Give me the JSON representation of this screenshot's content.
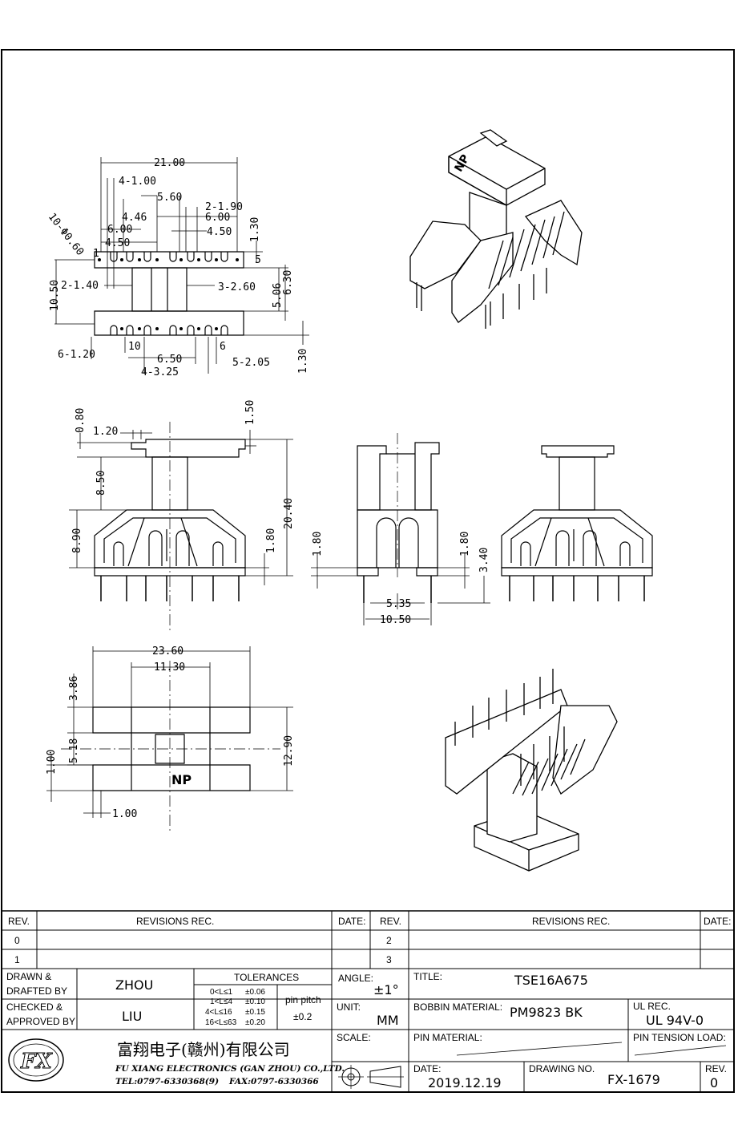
{
  "dimensions": {
    "top_view": {
      "d_21_00": "21.00",
      "d_4_1_00": "4-1.00",
      "d_5_60": "5.60",
      "d_2_1_90": "2-1.90",
      "d_4_46": "4.46",
      "d_6_00_r": "6.00",
      "d_6_00_l": "6.00",
      "d_4_50_r": "4.50",
      "d_4_50_l": "4.50",
      "d_1_30": "1.30",
      "d_10_060": "10-Φ0.60",
      "d_1": "1",
      "d_5": "5",
      "d_10_50": "10.50",
      "d_2_1_40": "2-1.40",
      "d_3_2_60": "3-2.60",
      "d_5_06": "5.06",
      "d_6_30": "6.30",
      "d_6_1_20": "6-1.20",
      "d_10": "10",
      "d_6": "6",
      "d_6_50": "6.50",
      "d_4_3_25": "4-3.25",
      "d_5_2_05": "5-2.05",
      "d_1_30_b": "1.30"
    },
    "front_view": {
      "d_0_80": "0.80",
      "d_1_20": "1.20",
      "d_1_50": "1.50",
      "d_8_50": "8.50",
      "d_20_40": "20.40",
      "d_8_90": "8.90",
      "d_1_80": "1.80"
    },
    "side_view": {
      "d_1_80_l": "1.80",
      "d_1_80_r": "1.80",
      "d_3_40": "3.40",
      "d_5_35": "5.35",
      "d_10_50": "10.50"
    },
    "bottom_view": {
      "d_23_60": "23.60",
      "d_11_30": "11.30",
      "d_3_86": "3.86",
      "d_5_18": "5.18",
      "d_1_00_l": "1.00",
      "d_12_90": "12.90",
      "d_1_00_b": "1.00",
      "np_mark": "NP"
    },
    "iso_top": {
      "np_mark": "NP"
    }
  },
  "title_block": {
    "rev_header": "REV.",
    "revisions_header": "REVISIONS   REC.",
    "date_header": "DATE:",
    "rev_header_2": "REV.",
    "revisions_header_2": "REVISIONS   REC.",
    "date_header_2": "DATE:",
    "rev_0": "0",
    "rev_1": "1",
    "rev_2": "2",
    "rev_3": "3",
    "drawn_label_1": "DRAWN  &",
    "drawn_label_2": "DRAFTED BY",
    "drawn_value": "ZHOU",
    "checked_label_1": "CHECKED  &",
    "checked_label_2": "APPROVED BY",
    "checked_value": "LIU",
    "tolerances_label": "TOLERANCES",
    "tol_rows": [
      {
        "range": "0<L≤1",
        "value": "±0.06"
      },
      {
        "range": "1<L≤4",
        "value": "±0.10"
      },
      {
        "range": "4<L≤16",
        "value": "±0.15"
      },
      {
        "range": "16<L≤63",
        "value": "±0.20"
      }
    ],
    "pin_pitch_label": "pin pitch",
    "pin_pitch_value": "±0.2",
    "angle_label": "ANGLE:",
    "angle_value": "±1°",
    "unit_label": "UNIT:",
    "unit_value": "MM",
    "scale_label": "SCALE:",
    "title_label": "TITLE:",
    "title_value": "TSE16A675",
    "bobbin_label": "BOBBIN MATERIAL:",
    "bobbin_value": "PM9823  BK",
    "ul_label": "UL REC.",
    "ul_value": "UL 94V-0",
    "pin_material_label": "PIN MATERIAL:",
    "pin_tension_label": "PIN TENSION LOAD:",
    "date_label": "DATE:",
    "date_value": "2019.12.19",
    "drawing_no_label": "DRAWING NO.",
    "drawing_no_value": "FX-1679",
    "rev_label": "REV.",
    "rev_value": "0",
    "company_cn": "富翔电子(赣州)有限公司",
    "company_en": "FU XIANG ELECTRONICS (GAN ZHOU) CO.,LTD.",
    "tel": "TEL:0797-6330368(9)",
    "fax": "FAX:0797-6330366",
    "logo_text": "FX"
  }
}
